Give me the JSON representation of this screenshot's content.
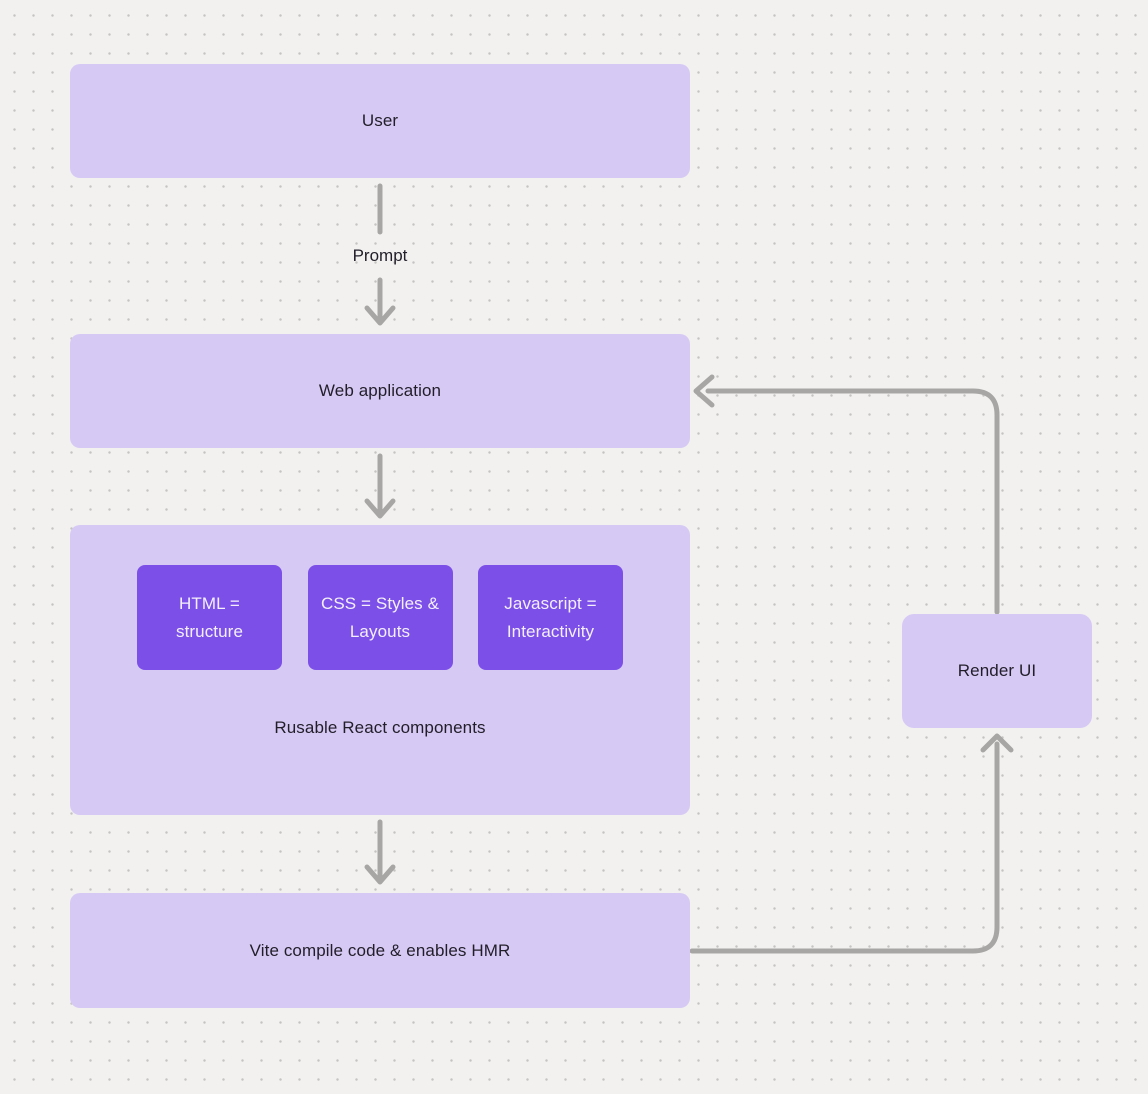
{
  "diagram": {
    "nodes": {
      "user": {
        "label": "User"
      },
      "web_application": {
        "label": "Web application"
      },
      "components_group": {
        "label": "Rusable React components",
        "children": [
          {
            "id": "html",
            "label": "HTML = structure"
          },
          {
            "id": "css",
            "label": "CSS = Styles & Layouts"
          },
          {
            "id": "javascript",
            "label": "Javascript = Interactivity"
          }
        ]
      },
      "vite": {
        "label": "Vite compile code & enables HMR"
      },
      "render_ui": {
        "label": "Render UI"
      }
    },
    "edges": [
      {
        "from": "user",
        "to": "web_application",
        "label": "Prompt",
        "direction": "down"
      },
      {
        "from": "web_application",
        "to": "components_group",
        "label": "",
        "direction": "down"
      },
      {
        "from": "components_group",
        "to": "vite",
        "label": "",
        "direction": "down"
      },
      {
        "from": "vite",
        "to": "render_ui",
        "label": "",
        "direction": "right-up"
      },
      {
        "from": "render_ui",
        "to": "web_application",
        "label": "",
        "direction": "up-left"
      }
    ],
    "colors": {
      "background": "#f2f1f0",
      "dot": "#c6c4c2",
      "node_fill": "#d6c9f4",
      "accent_fill": "#7c50e8",
      "accent_text": "#f4effb",
      "text": "#221e29",
      "arrow": "#a8a6a4"
    }
  }
}
